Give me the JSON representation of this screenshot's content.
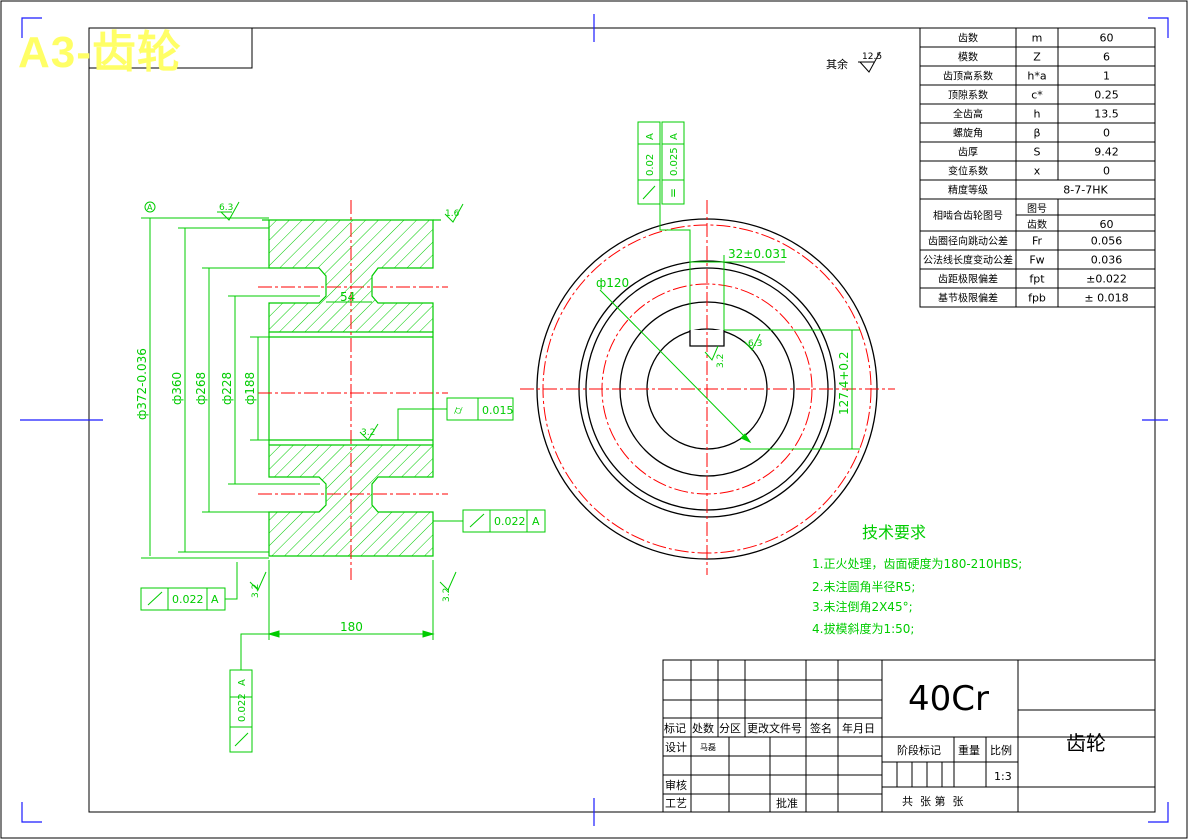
{
  "header": {
    "sheet_title": "A3-齿轮"
  },
  "roughness_note": {
    "prefix": "其余",
    "value": "12.5"
  },
  "param_table": [
    {
      "name": "齿数",
      "symbol": "m",
      "value": "60"
    },
    {
      "name": "模数",
      "symbol": "Z",
      "value": "6"
    },
    {
      "name": "齿顶高系数",
      "symbol": "h*a",
      "value": "1"
    },
    {
      "name": "顶隙系数",
      "symbol": "c*",
      "value": "0.25"
    },
    {
      "name": "全齿高",
      "symbol": "h",
      "value": "13.5"
    },
    {
      "name": "螺旋角",
      "symbol": "β",
      "value": "0"
    },
    {
      "name": "齿厚",
      "symbol": "S",
      "value": "9.42"
    },
    {
      "name": "变位系数",
      "symbol": "x",
      "value": "0"
    },
    {
      "name": "精度等级",
      "symbol": "",
      "value": "8-7-7HK"
    },
    {
      "name": "相啮合齿轮图号",
      "symbol": "图号",
      "value": "",
      "symbol2": "齿数",
      "value2": "60"
    },
    {
      "name": "齿圈径向跳动公差",
      "symbol": "Fr",
      "value": "0.056"
    },
    {
      "name": "公法线长度变动公差",
      "symbol": "Fw",
      "value": "0.036"
    },
    {
      "name": "齿距极限偏差",
      "symbol": "fpt",
      "value": "±0.022"
    },
    {
      "name": "基节极限偏差",
      "symbol": "fpb",
      "value": "± 0.018"
    }
  ],
  "section_view": {
    "datum": "A",
    "roughness_top_left": "6.3",
    "roughness_top_right": "1.6",
    "roughness_bore": "3.2",
    "roughness_bottom_left": "3.2",
    "roughness_bottom_right": "3.2",
    "dia_tip": "ф372-0.036",
    "dia_360": "ф360",
    "dia_268": "ф268",
    "dia_228": "ф228",
    "dia_188": "ф188",
    "web_width": "54",
    "face_width": "180",
    "cylindricity": {
      "symbol": "⌭",
      "value": "0.015"
    },
    "runout_right": {
      "value": "0.022",
      "datum": "A"
    },
    "runout_left": {
      "value": "0.022",
      "datum": "A"
    },
    "runout_bottom": {
      "value": "0.022",
      "datum": "A"
    }
  },
  "end_view": {
    "bore_dia": "ф120",
    "keyway_width": "32±0.031",
    "keyway_depth": "127.4+0.2",
    "rough_keyway": "3.2",
    "rough_keyside": "6.3",
    "fcf_top": {
      "sym1": "⌰",
      "val1": "0.02",
      "d1": "A",
      "sym2": "=",
      "val2": "0.025",
      "d2": "A"
    }
  },
  "tech_requirements": {
    "heading": "技术要求",
    "items": [
      "1.正火处理，齿面硬度为180-210HBS;",
      "2.未注圆角半径R5;",
      "3.未注倒角2X45°;",
      "4.拔模斜度为1:50;"
    ]
  },
  "title_block": {
    "material": "40Cr",
    "part_name": "齿轮",
    "scale": "1:3",
    "headers": {
      "mark": "标记",
      "count": "处数",
      "zone": "分区",
      "doc": "更改文件号",
      "sign": "签名",
      "date": "年月日"
    },
    "rows": {
      "design": "设计",
      "designer": "马磊",
      "review": "审核",
      "process": "工艺",
      "approve": "批准"
    },
    "stage": "阶段标记",
    "weight": "重量",
    "scale_label": "比例",
    "sheets": "共  张 第  张"
  }
}
